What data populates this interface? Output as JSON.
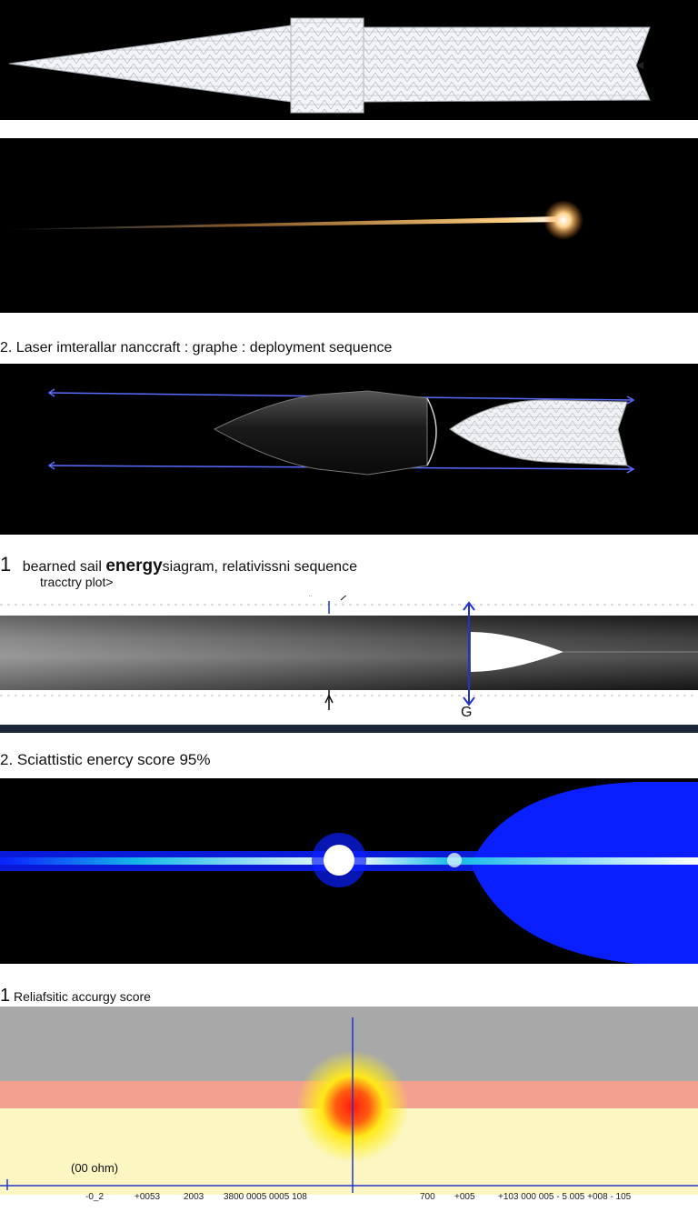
{
  "sections": [
    {
      "number": "",
      "title": ""
    },
    {
      "number": "2.",
      "title": "Laser imterallar nanccraft : graphe : deployment sequence"
    },
    {
      "number": "1",
      "title_a": "bearned sail ",
      "title_bold": "energy",
      "title_b": "siagram, relativissni sequence",
      "subtitle": "tracctry plot>",
      "marker": "G"
    },
    {
      "number": "2.",
      "title": "Sciattistic enercy score 95%"
    },
    {
      "number": "1",
      "title": "Reliafsitic accurgy score"
    }
  ],
  "heatmap": {
    "unit_label": "(00 ohm)",
    "axis_ticks": [
      "-0_2",
      "+0053",
      "2003",
      "3800 0005 0005 108",
      "700",
      "+005",
      "+103 000 005 - 5 005 +008 - 105"
    ]
  },
  "colors": {
    "background": "#000000",
    "beam_blue": "#0a1fff",
    "beam_cyan": "#16b8e8",
    "hot_red": "#ff1a10",
    "hot_yellow": "#fff21a",
    "band_salmon": "#f2a090",
    "band_gray": "#a8a8a8"
  }
}
